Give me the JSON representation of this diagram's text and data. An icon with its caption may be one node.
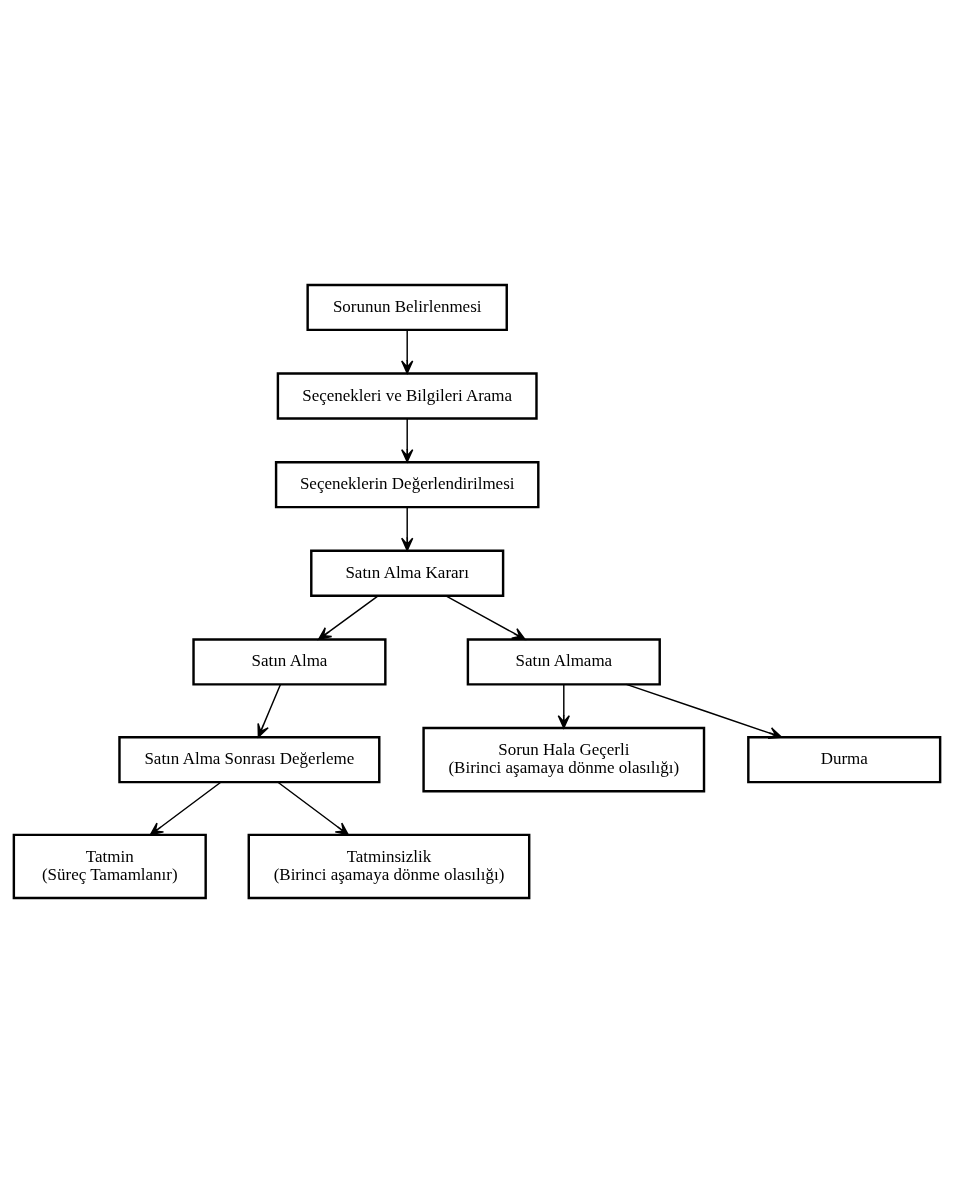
{
  "diagram": {
    "nodes": [
      {
        "text": [
          "Sorunun Belirlenmesi"
        ]
      },
      {
        "text": [
          "Seçenekleri ve Bilgileri Arama"
        ]
      },
      {
        "text": [
          "Seçeneklerin Değerlendirilmesi"
        ]
      },
      {
        "text": [
          "Satın Alma Kararı"
        ]
      },
      {
        "text": [
          "Satın Alma"
        ]
      },
      {
        "text": [
          "Satın Almama"
        ]
      },
      {
        "text": [
          "Satın Alma Sonrası Değerleme"
        ]
      },
      {
        "text": [
          "Sorun Hala Geçerli",
          "(Birinci aşamaya dönme olasılığı)"
        ]
      },
      {
        "text": [
          "Durma"
        ]
      },
      {
        "text": [
          "Tatmin",
          "(Süreç Tamamlanır)"
        ]
      },
      {
        "text": [
          "Tatminsizlik",
          "(Birinci aşamaya dönme olasılığı)"
        ]
      }
    ],
    "edges": [
      {
        "from": 0,
        "to": 1,
        "arrow": "to"
      },
      {
        "from": 1,
        "to": 2,
        "arrow": "to"
      },
      {
        "from": 2,
        "to": 3,
        "arrow": "to"
      },
      {
        "from": 3,
        "to": 4,
        "arrow": "to"
      },
      {
        "from": 3,
        "to": 5,
        "arrow": "to"
      },
      {
        "from": 4,
        "to": 6,
        "arrow": "to"
      },
      {
        "from": 5,
        "to": 7,
        "arrow": "to"
      },
      {
        "from": 5,
        "to": 8,
        "arrow": "to"
      },
      {
        "from": 6,
        "to": 9,
        "arrow": "to"
      },
      {
        "from": 6,
        "to": 10,
        "arrow": "to"
      }
    ]
  }
}
